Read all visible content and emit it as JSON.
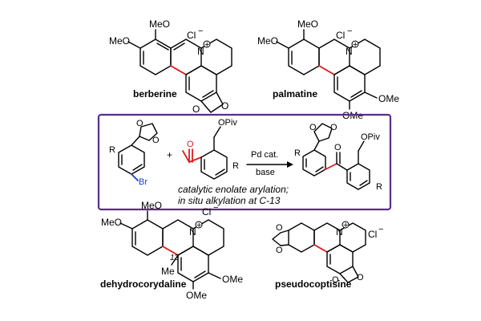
{
  "colors": {
    "highlight_red": "#e21c1c",
    "highlight_blue": "#1a3cc8",
    "box_border": "#5b2c8c",
    "bond": "#000000"
  },
  "top_left": {
    "name": "berberine",
    "ome_1": "MeO",
    "ome_2": "MeO",
    "counterion": "Cl",
    "charge_minus": "−",
    "n_label": "N",
    "charge_plus": "+",
    "o_1": "O",
    "o_2": "O"
  },
  "top_right": {
    "name": "palmatine",
    "ome_1": "MeO",
    "ome_2": "MeO",
    "ome_3": "OMe",
    "ome_4": "OMe",
    "counterion": "Cl",
    "charge_minus": "−",
    "n_label": "N",
    "charge_plus": "+"
  },
  "reaction": {
    "reactant1_r": "R",
    "reactant1_br": "Br",
    "reactant1_o1": "O",
    "reactant1_o2": "O",
    "plus": "+",
    "reactant2_o": "O",
    "reactant2_opiv": "OPiv",
    "reactant2_r": "R",
    "reagent_top": "Pd cat.",
    "reagent_bottom": "base",
    "product_r1": "R",
    "product_r2": "R",
    "product_o1": "O",
    "product_o2": "O",
    "product_o3": "O",
    "product_opiv": "OPiv",
    "caption_line1": "catalytic enolate arylation;",
    "caption_line2": "in situ alkylation at C-13"
  },
  "bottom_left": {
    "name": "dehydrocorydaline",
    "ome_1": "MeO",
    "ome_2": "MeO",
    "ome_3": "OMe",
    "ome_4": "OMe",
    "me": "Me",
    "position": "13",
    "counterion": "Cl",
    "charge_minus": "−",
    "n_label": "N",
    "charge_plus": "+"
  },
  "bottom_right": {
    "name": "pseudocoptisine",
    "counterion": "Cl",
    "charge_minus": "−",
    "n_label": "N",
    "charge_plus": "+",
    "o_1": "O",
    "o_2": "O",
    "o_3": "O",
    "o_4": "O"
  }
}
